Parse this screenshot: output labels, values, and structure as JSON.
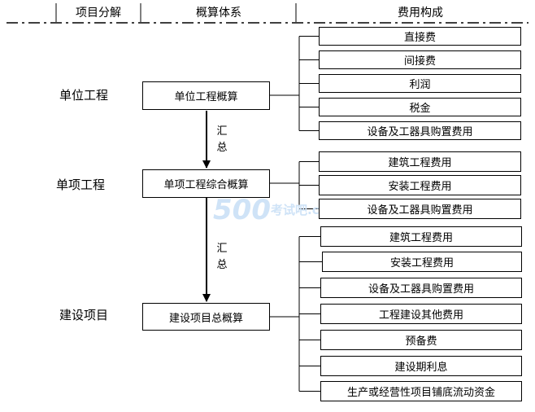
{
  "header": {
    "col1": "项目分解",
    "col2": "概算体系",
    "col3": "费用构成"
  },
  "levels": {
    "unit": "单位工程",
    "single": "单项工程",
    "project": "建设项目"
  },
  "estimates": {
    "unit": "单位工程概算",
    "single": "单项工程综合概算",
    "project": "建设项目总概算"
  },
  "aggregate_label": "汇总",
  "unit_costs": [
    "直接费",
    "间接费",
    "利润",
    "税金",
    "设备及工器具购置费用"
  ],
  "single_costs": [
    "建筑工程费用",
    "安装工程费用",
    "设备及工器具购置费用"
  ],
  "project_costs": [
    "建筑工程费用",
    "安装工程费用",
    "设备及工器具购置费用",
    "工程建设其他费用",
    "预备费",
    "建设期利息",
    "生产或经营性项目铺底流动资金"
  ],
  "watermark": {
    "number": "500",
    "text": "考试吧",
    "domain": ".com",
    "color": "#cfe3f7"
  }
}
